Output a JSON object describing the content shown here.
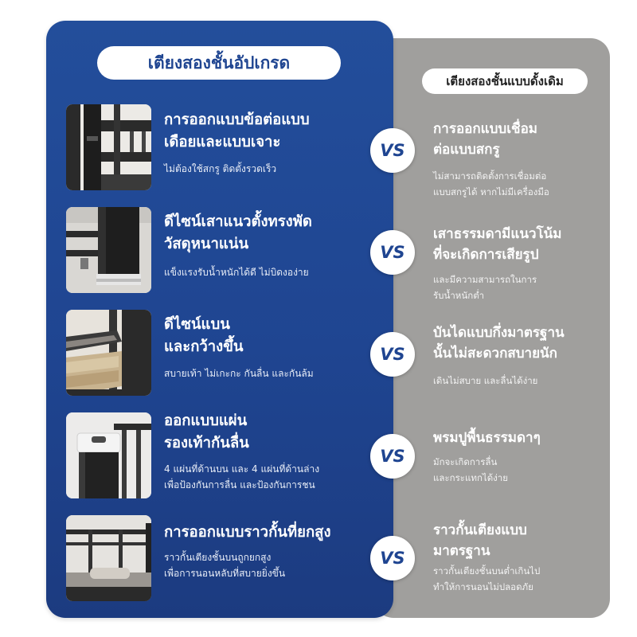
{
  "upgrade_header": "เตียงสองชั้นอัปเกรด",
  "traditional_header": "เตียงสองชั้นแบบดั้งเดิม",
  "vs_label": "VS",
  "rows": [
    {
      "left_title": [
        "การออกแบบข้อต่อแบบ",
        "เดือยและแบบเจาะ"
      ],
      "left_sub": [
        "ไม่ต้องใช้สกรู ติดตั้งรวดเร็ว"
      ],
      "right_title": [
        "การออกแบบเชื่อม",
        "ต่อแบบสกรู"
      ],
      "right_sub": [
        "ไม่สามารถติดตั้งการเชื่อมต่อ",
        "แบบสกรูได้ หากไม่มีเครื่องมือ"
      ]
    },
    {
      "left_title": [
        "ดีไซน์เสาแนวตั้งทรงพัด",
        "วัสดุหนาแน่น"
      ],
      "left_sub": [
        "แข็งแรงรับน้ำหนักได้ดี ไม่บิดงอง่าย"
      ],
      "right_title": [
        "เสาธรรมดามีแนวโน้ม",
        "ที่จะเกิดการเสียรูป"
      ],
      "right_sub": [
        "และมีความสามารถในการ",
        "รับน้ำหนักต่ำ"
      ]
    },
    {
      "left_title": [
        "ดีไซน์แบน",
        "และกว้างขึ้น"
      ],
      "left_sub": [
        "สบายเท้า ไม่เกะกะ กันลื่น และกันล้ม"
      ],
      "right_title": [
        "บันไดแบบกึ่งมาตรฐาน",
        "นั้นไม่สะดวกสบายนัก"
      ],
      "right_sub": [
        "เดินไม่สบาย และลื่นได้ง่าย"
      ]
    },
    {
      "left_title": [
        "ออกแบบแผ่น",
        "รองเท้ากันลื่น"
      ],
      "left_sub": [
        "4 แผ่นที่ด้านบน และ 4 แผ่นที่ด้านล่าง",
        "เพื่อป้องกันการลื่น และป้องกันการชน"
      ],
      "right_title": [
        "พรมปูพื้นธรรมดาๆ"
      ],
      "right_sub": [
        "มักจะเกิดการลื่น",
        "และกระแทกได้ง่าย"
      ]
    },
    {
      "left_title": [
        "การออกแบบราวกั้นที่ยกสูง"
      ],
      "left_sub": [
        "ราวกั้นเตียงชั้นบนถูกยกสูง",
        "เพื่อการนอนหลับที่สบายยิ่งขึ้น"
      ],
      "right_title": [
        "ราวกั้นเตียงแบบ",
        "มาตรฐาน"
      ],
      "right_sub": [
        "ราวกั้นเตียงชั้นบนต่ำเกินไป",
        "ทำให้การนอนไม่ปลอดภัย"
      ]
    }
  ]
}
